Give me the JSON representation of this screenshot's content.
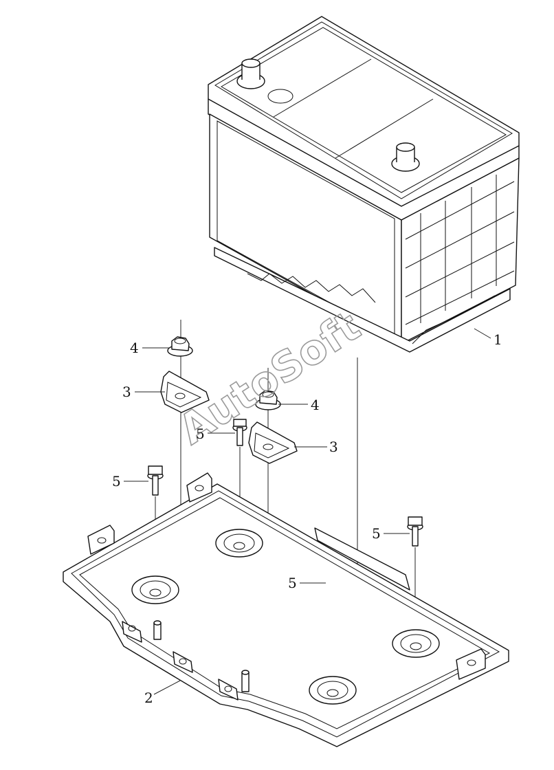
{
  "watermark": "AutoSoft",
  "callouts": {
    "battery": "1",
    "tray": "2",
    "clamp_left": "3",
    "clamp_right": "3",
    "nut_left": "4",
    "nut_right": "4",
    "bolt_center": "5",
    "bolt_left": "5",
    "bolt_right": "5",
    "bolt_mid": "5"
  },
  "colors": {
    "line": "#111111",
    "watermark": "#9a9a9a",
    "background": "#ffffff"
  }
}
